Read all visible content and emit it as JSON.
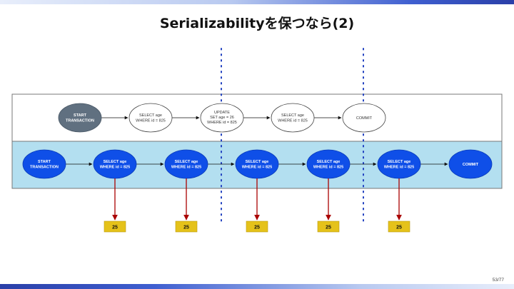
{
  "title": "Serializabilityを保つなら(2)",
  "page_number": "53/77",
  "colors": {
    "accent": "#3f5fd0",
    "top_lane_bg": "#ffffff",
    "bottom_lane_bg": "#b3dff0",
    "start_node_gray": "#607080",
    "blue_node": "#0f4fe8",
    "result_box": "#e5c21a",
    "red_arrow": "#aa0000",
    "dotted_line": "#2040c0"
  },
  "top_lane": {
    "nodes": [
      {
        "lines": [
          "START",
          "TRANSACTION"
        ]
      },
      {
        "lines": [
          "SELECT age",
          "WHERE id = 825"
        ]
      },
      {
        "lines": [
          "UPDATE",
          "SET age = 26",
          "WHERE id = 825"
        ]
      },
      {
        "lines": [
          "SELECT age",
          "WHERE id = 825"
        ]
      },
      {
        "lines": [
          "COMMIT"
        ]
      }
    ]
  },
  "bottom_lane": {
    "nodes": [
      {
        "lines": [
          "START",
          "TRANSACTION"
        ]
      },
      {
        "lines": [
          "SELECT age",
          "WHERE id = 825"
        ]
      },
      {
        "lines": [
          "SELECT age",
          "WHERE id = 825"
        ]
      },
      {
        "lines": [
          "SELECT age",
          "WHERE id = 825"
        ]
      },
      {
        "lines": [
          "SELECT age",
          "WHERE id = 825"
        ]
      },
      {
        "lines": [
          "SELECT age",
          "WHERE id = 825"
        ]
      },
      {
        "lines": [
          "COMMIT"
        ]
      }
    ]
  },
  "results": [
    "25",
    "25",
    "25",
    "25",
    "25"
  ]
}
